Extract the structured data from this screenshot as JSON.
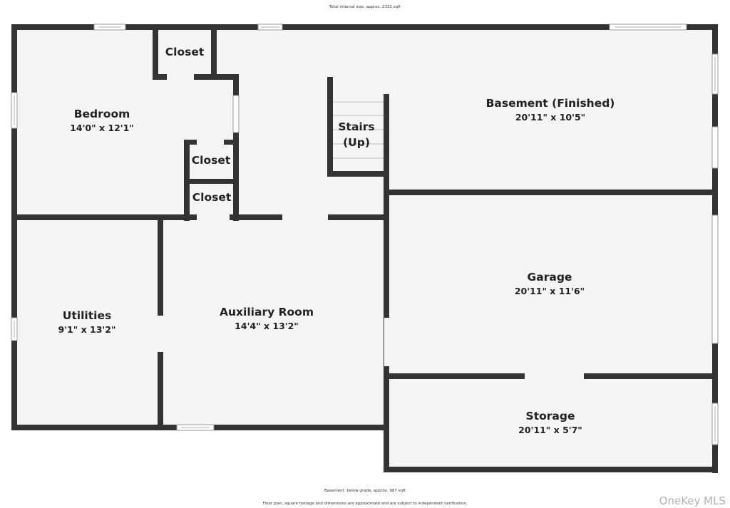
{
  "header": {
    "total_size": "Total internal size: approx. 2332 sqft"
  },
  "rooms": {
    "bedroom": {
      "name": "Bedroom",
      "dims": "14'0\" x 12'1\""
    },
    "closet_top": {
      "name": "Closet"
    },
    "closet_mid": {
      "name": "Closet"
    },
    "closet_low": {
      "name": "Closet"
    },
    "stairs": {
      "line1": "Stairs",
      "line2": "(Up)"
    },
    "basement": {
      "name": "Basement (Finished)",
      "dims": "20'11\" x 10'5\""
    },
    "garage": {
      "name": "Garage",
      "dims": "20'11\" x 11'6\""
    },
    "utilities": {
      "name": "Utilities",
      "dims": "9'1\" x 13'2\""
    },
    "auxiliary": {
      "name": "Auxiliary Room",
      "dims": "14'4\" x 13'2\""
    },
    "storage": {
      "name": "Storage",
      "dims": "20'11\" x 5'7\""
    }
  },
  "footer": {
    "basement_note": "Basement: below grade, approx. 987 sqft",
    "disclaimer": "Floor plan, square footage and dimensions are approximate and are subject to independent verification.",
    "brand": "OneKey MLS"
  },
  "colors": {
    "wall": "#333333",
    "floor": "#f5f5f5",
    "watermark": "#b3b3b3"
  }
}
